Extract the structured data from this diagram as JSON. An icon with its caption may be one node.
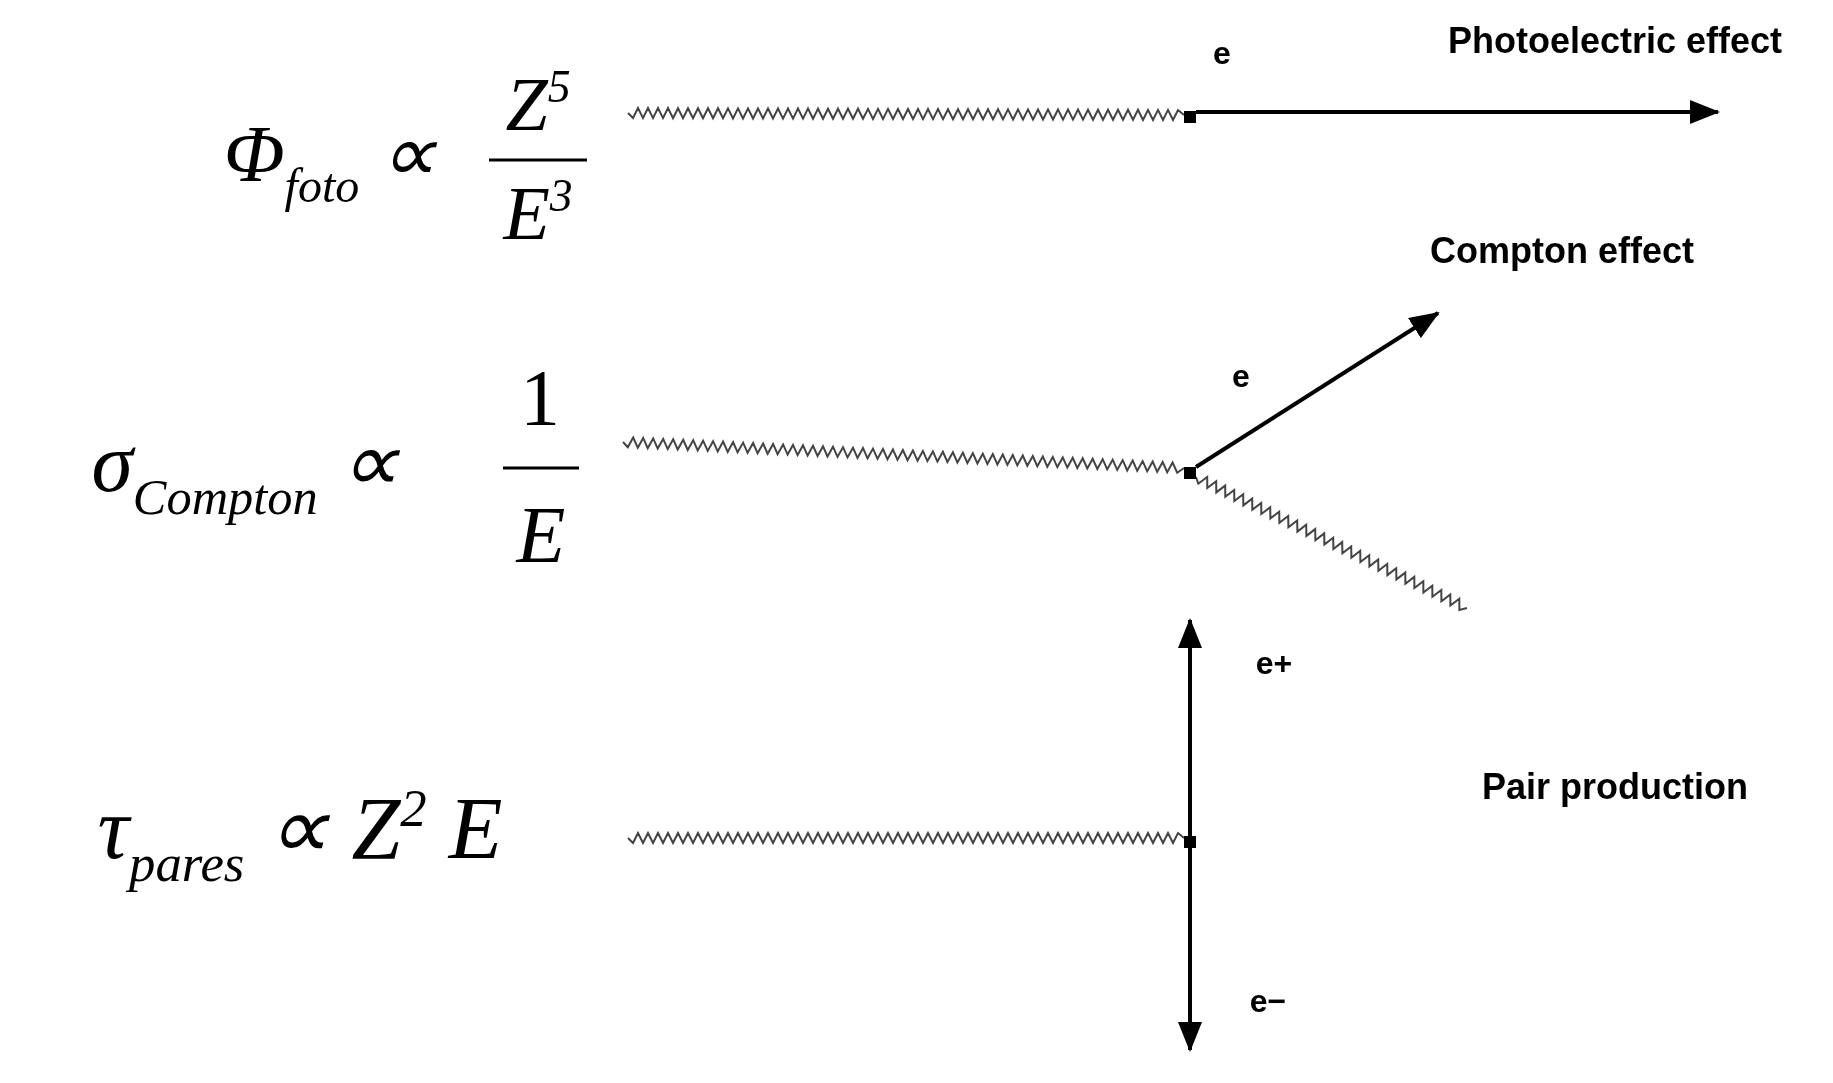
{
  "diagram": {
    "nodes": [
      {
        "text": [],
        "shape": "box"
      },
      {
        "text": [],
        "shape": "box"
      },
      {
        "text": [],
        "shape": "box"
      }
    ],
    "edges": [
      {
        "from": null,
        "to": 0,
        "arrow": "none"
      },
      {
        "from": 0,
        "to": null,
        "arrow": "to"
      },
      {
        "from": null,
        "to": 1,
        "arrow": "none"
      },
      {
        "from": 1,
        "to": null,
        "arrow": "to"
      },
      {
        "from": 1,
        "to": null,
        "arrow": "none"
      },
      {
        "from": 2,
        "to": null,
        "arrow": "to"
      },
      {
        "from": 2,
        "to": null,
        "arrow": "to"
      },
      {
        "from": null,
        "to": 2,
        "arrow": "none"
      }
    ],
    "labels": [
      "e",
      "Photoelectric effect",
      "Φ$_{foto}$ ∝",
      "Z$^{5}$",
      "E$^{3}$",
      "Compton effect",
      "e",
      "σ$_{Compton}$ ∝",
      "1",
      "E",
      "e+",
      "Pair production",
      "τ$_{pares}$ ∝ Z$^{2}$ E",
      "e−"
    ]
  }
}
